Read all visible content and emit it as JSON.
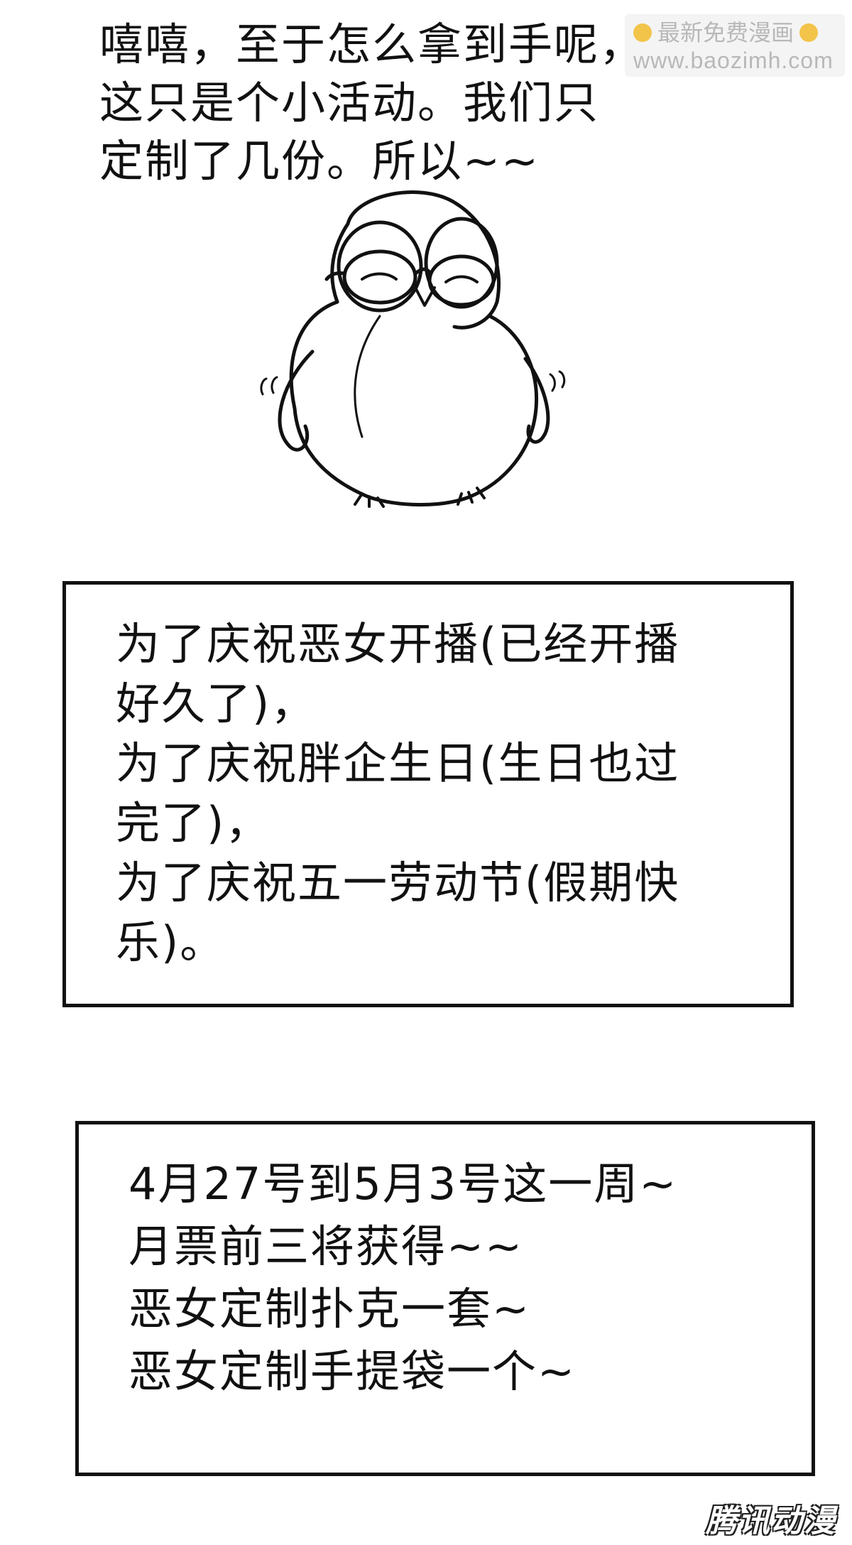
{
  "intro": {
    "text": "嘻嘻，至于怎么拿到手呢，\n这只是个小活动。我们只\n定制了几份。所以~~"
  },
  "watermark": {
    "line1": "最新免费漫画",
    "line2": "www.baozimh.com"
  },
  "panel_1": {
    "text": "为了庆祝恶女开播(已经开播\n好久了)，\n为了庆祝胖企生日(生日也过\n完了)，\n为了庆祝五一劳动节(假期快\n乐)。"
  },
  "panel_2": {
    "text": "4月27号到5月3号这一周~\n月票前三将获得~~\n恶女定制扑克一套~\n恶女定制手提袋一个~"
  },
  "logo": {
    "text": "腾讯动漫"
  }
}
